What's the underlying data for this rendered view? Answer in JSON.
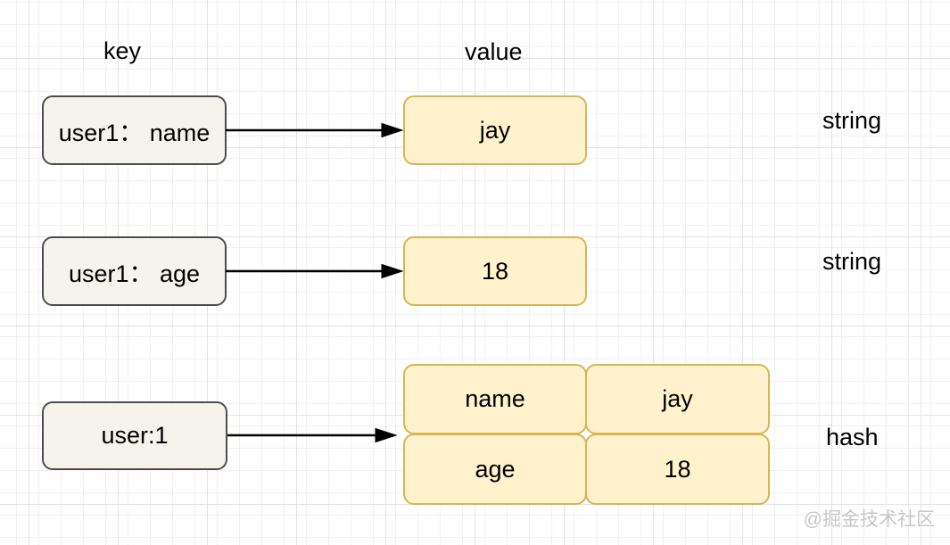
{
  "headers": {
    "key_label": "key",
    "value_label": "value"
  },
  "rows": [
    {
      "key": "user1： name",
      "value": "jay",
      "type_label": "string"
    },
    {
      "key": "user1： age",
      "value": "18",
      "type_label": "string"
    },
    {
      "key": "user:1",
      "type_label": "hash",
      "hash_fields": [
        {
          "field": "name",
          "value": "jay"
        },
        {
          "field": "age",
          "value": "18"
        }
      ]
    }
  ],
  "watermark": "@掘金技术社区",
  "colors": {
    "key_box_fill": "#f6f3ec",
    "key_box_stroke": "#4d4d4d",
    "value_box_fill": "#fff2cc",
    "value_box_stroke": "#d6b656",
    "arrow": "#000000",
    "watermark_text": "#c7c7c7",
    "grid_minor": "#f1f1f1",
    "grid_major": "#e4e4e4"
  }
}
